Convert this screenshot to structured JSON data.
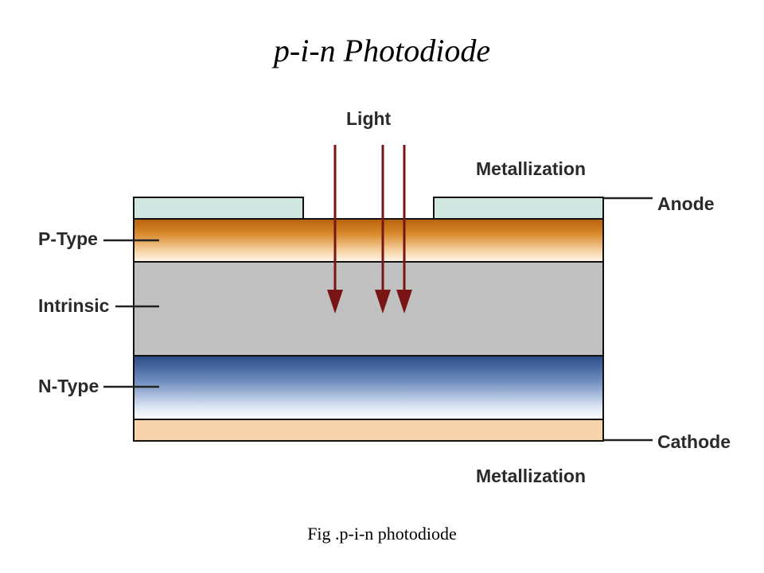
{
  "title": "p-i-n Photodiode",
  "caption": "Fig .p-i-n photodiode",
  "labels": {
    "light": "Light",
    "metallization_top": "Metallization",
    "anode": "Anode",
    "p_type": "P-Type",
    "intrinsic": "Intrinsic",
    "n_type": "N-Type",
    "cathode": "Cathode",
    "metallization_bottom": "Metallization"
  },
  "colors": {
    "metal_contact": "#cfe6e1",
    "p_type_dark": "#b8650f",
    "p_type_light": "#fbe9d0",
    "intrinsic": "#c0c0c0",
    "n_type_dark": "#2f4f8a",
    "n_type_light": "#ffffff",
    "cathode_metal": "#f6d3a8",
    "arrow": "#7a1515"
  }
}
